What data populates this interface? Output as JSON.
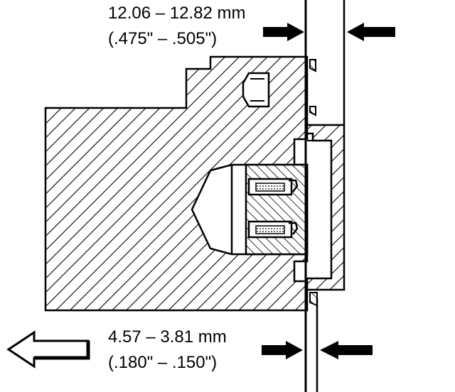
{
  "dimensions": {
    "top": {
      "metric": "12.06 – 12.82 mm",
      "imperial": "(.475\" – .505\")"
    },
    "bottom": {
      "metric": "4.57 – 3.81 mm",
      "imperial": "(.180\" – .150\")"
    }
  },
  "colors": {
    "ink": "#000000",
    "paper": "#ffffff"
  },
  "icons": {
    "direction_arrow": "left-arrow-icon",
    "dimension_arrows": "dimension-arrow-icon"
  }
}
